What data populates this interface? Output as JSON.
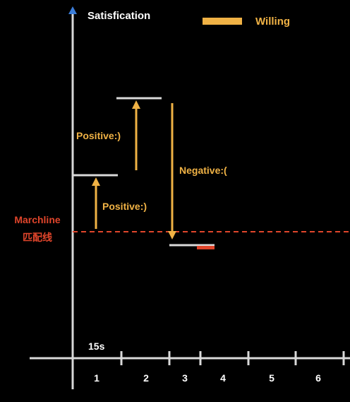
{
  "y_axis_title": "Satisfication",
  "legend": {
    "label": "Willing",
    "color": "#f0b245"
  },
  "marchline": {
    "label_en": "Marchline",
    "label_cn": "匹配线",
    "color": "#e0452b"
  },
  "arrows": {
    "positive_1": "Positive:)",
    "positive_2": "Positive:)",
    "negative": "Negative:("
  },
  "x_axis": {
    "time_label": "15s",
    "ticks": [
      "1",
      "2",
      "3",
      "4",
      "5",
      "6"
    ]
  },
  "colors": {
    "axis": "#d9d9d9",
    "axis_arrowhead": "#3b7dd8",
    "level_line": "#d9d9d9",
    "willing": "#f0b245",
    "marchline": "#e0452b",
    "text": "#ffffff"
  }
}
